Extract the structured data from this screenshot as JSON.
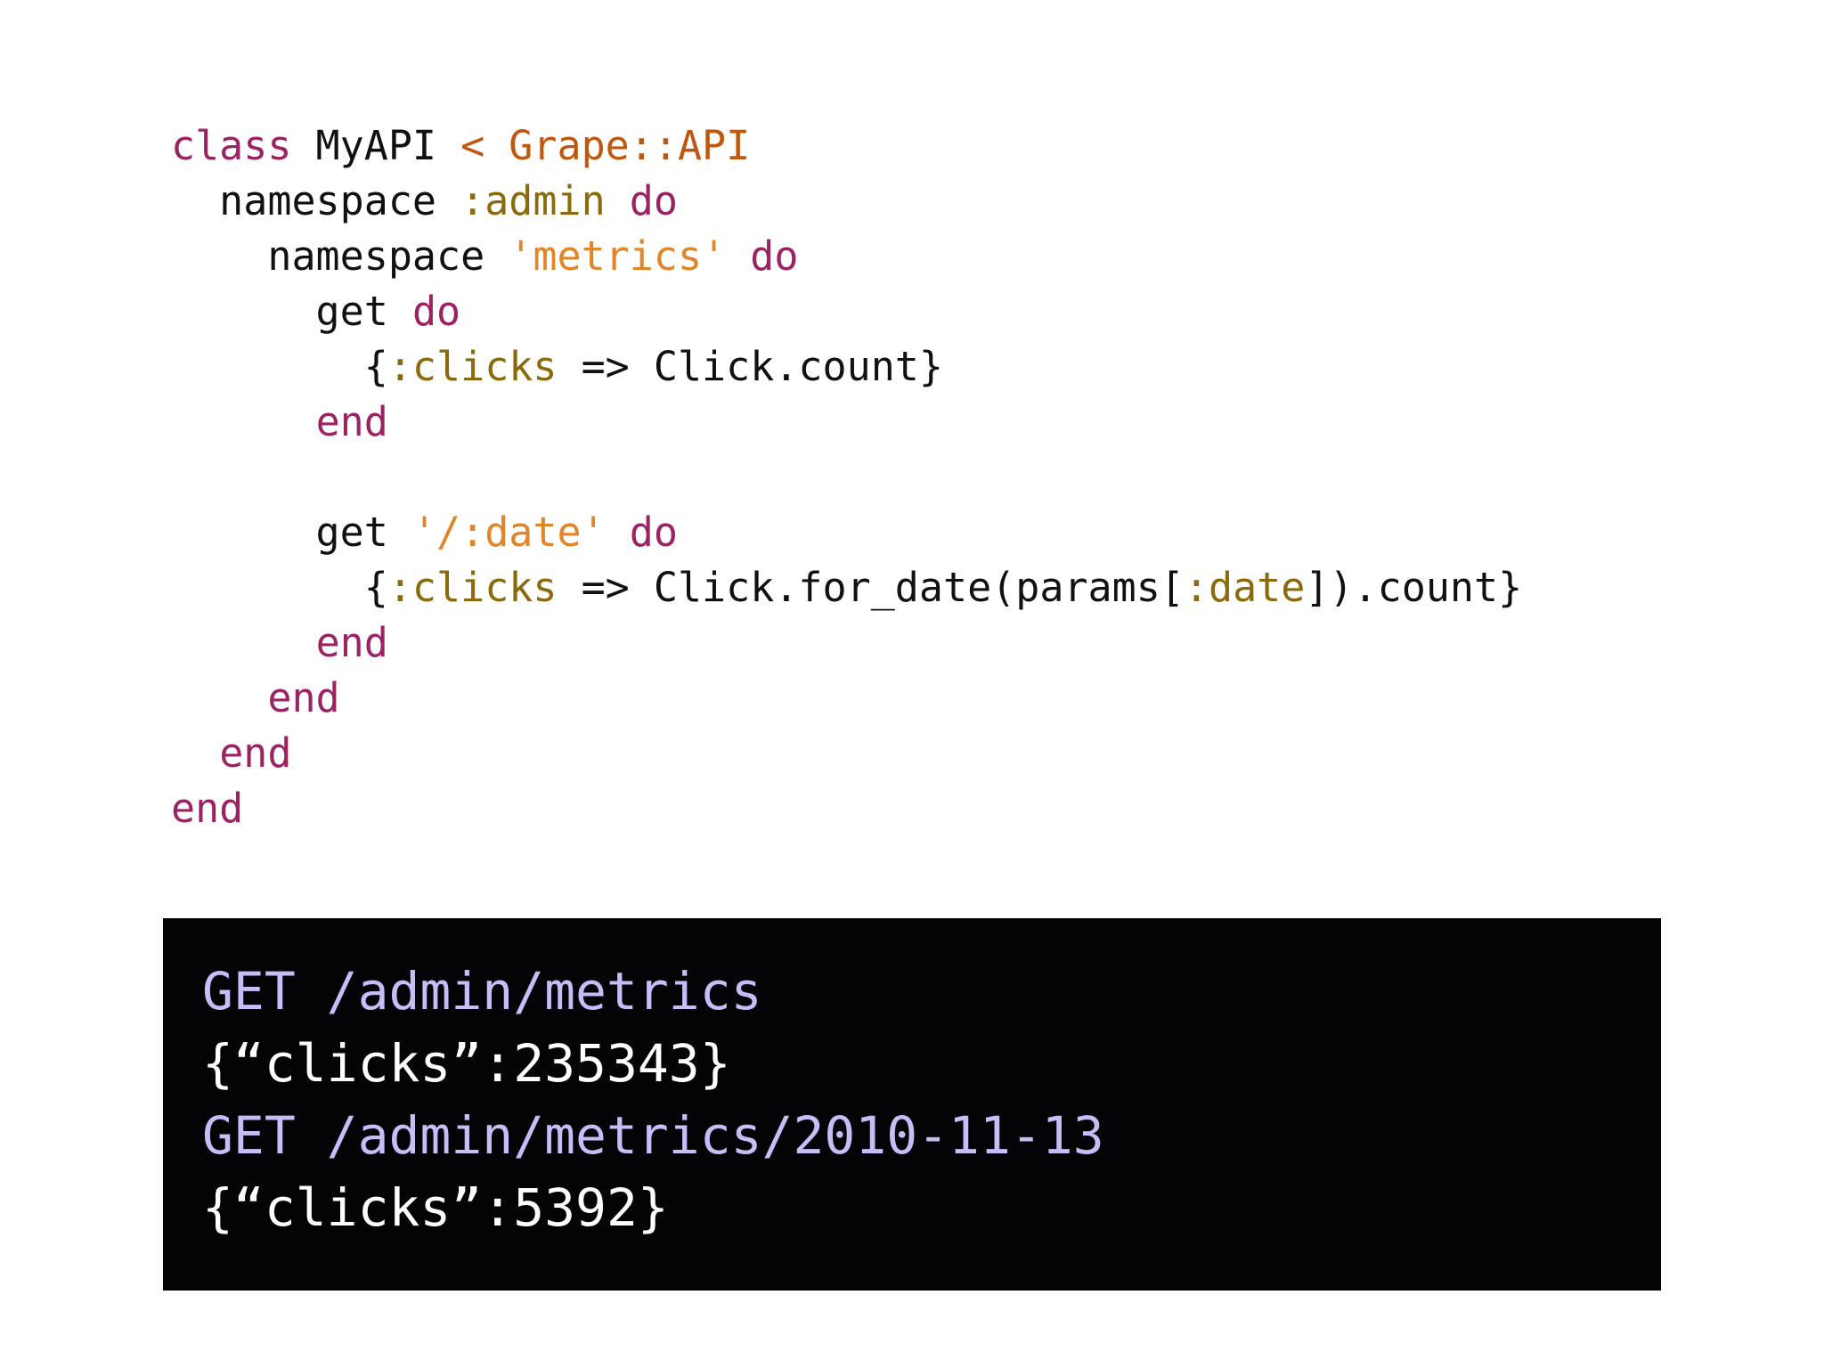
{
  "code": {
    "language": "ruby",
    "lines": [
      [
        {
          "t": "class",
          "k": "kw"
        },
        {
          "t": " MyAPI ",
          "k": "plain"
        },
        {
          "t": "< Grape::API",
          "k": "const"
        }
      ],
      [
        {
          "t": "  namespace ",
          "k": "plain"
        },
        {
          "t": ":admin",
          "k": "sym"
        },
        {
          "t": " ",
          "k": "plain"
        },
        {
          "t": "do",
          "k": "kw"
        }
      ],
      [
        {
          "t": "    namespace ",
          "k": "plain"
        },
        {
          "t": "'metrics'",
          "k": "str"
        },
        {
          "t": " ",
          "k": "plain"
        },
        {
          "t": "do",
          "k": "kw"
        }
      ],
      [
        {
          "t": "      get ",
          "k": "plain"
        },
        {
          "t": "do",
          "k": "kw"
        }
      ],
      [
        {
          "t": "        {",
          "k": "plain"
        },
        {
          "t": ":clicks",
          "k": "sym"
        },
        {
          "t": " => Click.count}",
          "k": "plain"
        }
      ],
      [
        {
          "t": "      ",
          "k": "plain"
        },
        {
          "t": "end",
          "k": "kw"
        }
      ],
      [],
      [
        {
          "t": "      get ",
          "k": "plain"
        },
        {
          "t": "'/:date'",
          "k": "str"
        },
        {
          "t": " ",
          "k": "plain"
        },
        {
          "t": "do",
          "k": "kw"
        }
      ],
      [
        {
          "t": "        {",
          "k": "plain"
        },
        {
          "t": ":clicks",
          "k": "sym"
        },
        {
          "t": " => Click.for_date(params[",
          "k": "plain"
        },
        {
          "t": ":date",
          "k": "sym"
        },
        {
          "t": "]).count}",
          "k": "plain"
        }
      ],
      [
        {
          "t": "      ",
          "k": "plain"
        },
        {
          "t": "end",
          "k": "kw"
        }
      ],
      [
        {
          "t": "    ",
          "k": "plain"
        },
        {
          "t": "end",
          "k": "kw"
        }
      ],
      [
        {
          "t": "  ",
          "k": "plain"
        },
        {
          "t": "end",
          "k": "kw"
        }
      ],
      [
        {
          "t": "end",
          "k": "kw"
        }
      ]
    ]
  },
  "terminal": {
    "lines": [
      {
        "text": "GET /admin/metrics",
        "kind": "request"
      },
      {
        "text": "{“clicks”:235343}",
        "kind": "response"
      },
      {
        "text": "GET /admin/metrics/2010-11-13",
        "kind": "request"
      },
      {
        "text": "{“clicks”:5392}",
        "kind": "response"
      }
    ]
  },
  "colors": {
    "keyword": "#9b2363",
    "constant": "#c0570f",
    "symbol": "#8a6a0c",
    "string": "#e0852a",
    "plain": "#111111",
    "terminal_background": "#050305",
    "terminal_request": "#c8bdf6",
    "terminal_response": "#ffffff"
  }
}
